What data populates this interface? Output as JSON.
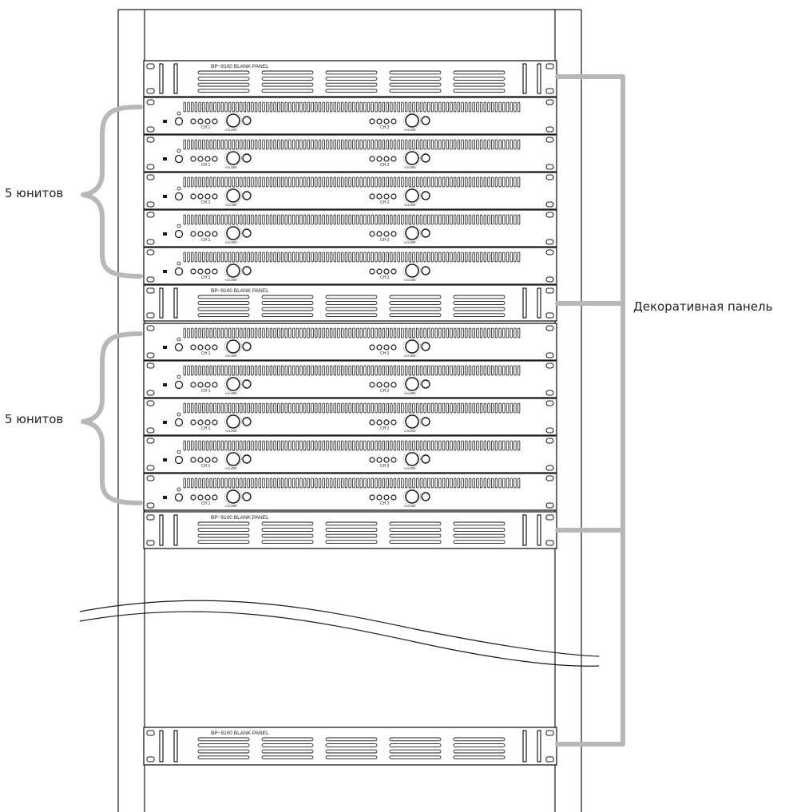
{
  "labels": {
    "group_top": "5 юнитов",
    "group_bottom": "5 юнитов",
    "decorative_panel": "Декоративная панель"
  },
  "blank_panel": {
    "model_text": "BP−9100  BLANK PANEL"
  },
  "amplifier": {
    "ch1_label": "CH 1",
    "ch2_label": "CH 2",
    "volume_label": "VOLUME"
  },
  "colors": {
    "line": "#1a1a1a",
    "bracket": "#b8b8b8",
    "background": "#ffffff"
  }
}
